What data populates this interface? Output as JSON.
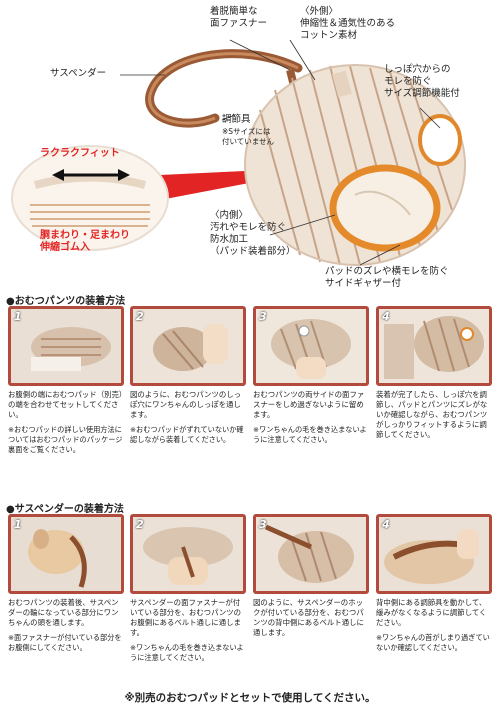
{
  "diagram": {
    "labels": {
      "fastener": "着脱簡単な\n面ファスナー",
      "outer": "〈外側〉\n伸縮性＆通気性のある\nコットン素材",
      "tail": "しっぽ穴からの\nモレを防ぐ\nサイズ調節機能付",
      "suspender": "サスペンダー",
      "adjuster": "調節具",
      "adjuster_note": "※Sサイズには\n付いていません",
      "rakuraku": "ラクラクフィット",
      "waist": "胴まわり・足まわり\n伸縮ゴム入",
      "inner": "〈内側〉\n汚れやモレを防ぐ\n防水加工\n（パッド装着部分）",
      "gather": "パッドのズレや横モレを防ぐ\nサイドギャザー付"
    }
  },
  "section1": {
    "title": "●おむつパンツの装着方法",
    "steps": [
      {
        "num": "1",
        "desc": "お腹側の端におむつパッド（別売）の端を合わせてセットしてください。",
        "note": "※おむつパッドの詳しい使用方法についてはおむつパッドのパッケージ裏面をご覧ください。"
      },
      {
        "num": "2",
        "desc": "図のように、おむつパンツのしっぽ穴にワンちゃんのしっぽを通します。",
        "note": "※おむつパッドがずれていないか確認しながら装着してください。"
      },
      {
        "num": "3",
        "desc": "おむつパンツの両サイドの面ファスナーをしめ過ぎないように留めます。",
        "note": "※ワンちゃんの毛を巻き込まないように注意してください。"
      },
      {
        "num": "4",
        "desc": "装着が完了したら、しっぽ穴を調節し、パッドとパンツにズレがないか確認しながら、おむつパンツがしっかりフィットするように調節してください。",
        "note": ""
      }
    ]
  },
  "section2": {
    "title": "●サスペンダーの装着方法",
    "steps": [
      {
        "num": "1",
        "desc": "おむつパンツの装着後、サスペンダーの輪になっている部分にワンちゃんの頭を通します。",
        "note": "※面ファスナーが付いている部分をお腹側にしてください。"
      },
      {
        "num": "2",
        "desc": "サスペンダーの面ファスナーが付いている部分を、おむつパンツのお腹側にあるベルト通しに通します。",
        "note": "※ワンちゃんの毛を巻き込まないように注意してください。"
      },
      {
        "num": "3",
        "desc": "図のように、サスペンダーのホックが付いている部分を、おむつパンツの背中側にあるベルト通しに通します。",
        "note": ""
      },
      {
        "num": "4",
        "desc": "背中側にある調節具を動かして、緩みがなくなるように調節してください。",
        "note": "※ワンちゃんの首がしまり過ぎていないか確認してください。"
      }
    ]
  },
  "footer": "※別売のおむつパッドとセットで使用してください。"
}
